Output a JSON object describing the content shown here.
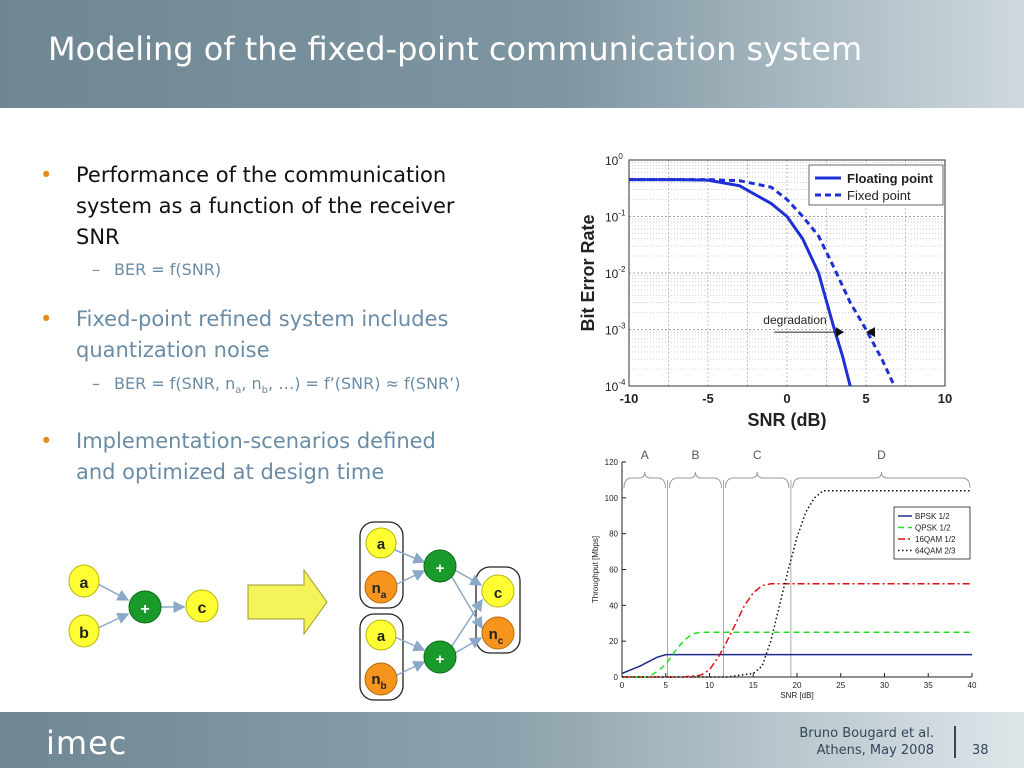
{
  "slide": {
    "title": "Modeling of the fixed-point communication system",
    "bullets": [
      {
        "lines": [
          "Performance of the communication",
          "system as a function of the receiver",
          "SNR"
        ],
        "sub": "BER = f(SNR)"
      },
      {
        "lines": [
          "Fixed-point refined system includes",
          "quantization noise"
        ],
        "sub_parts": [
          "BER = f(SNR, n",
          "a",
          ", n",
          "b",
          ", …) = f’(SNR) ≈ f(SNR’)"
        ]
      },
      {
        "lines": [
          "Implementation-scenarios defined",
          "and optimized at design time"
        ]
      }
    ],
    "bullet_symbol": "•",
    "sub_dash": "–"
  },
  "diagram": {
    "left": {
      "a": "a",
      "b": "b",
      "plus": "+",
      "c": "c"
    },
    "right": {
      "a1": "a",
      "na": "n",
      "na_sub": "a",
      "a2": "a",
      "nb": "n",
      "nb_sub": "b",
      "plus1": "+",
      "plus2": "+",
      "c": "c",
      "nc": "n",
      "nc_sub": "c"
    }
  },
  "colors": {
    "yellow": "#ffff33",
    "green": "#1a9a2a",
    "orange": "#f7941d",
    "accent": "#e58a1f",
    "blue_text": "#6a8ca6"
  },
  "footer": {
    "logo": "imec",
    "author": "Bruno Bougard et al.",
    "place_date": "Athens, May 2008",
    "page": "38"
  },
  "chart_data": [
    {
      "type": "line",
      "title": "",
      "xlabel": "SNR (dB)",
      "ylabel": "Bit Error Rate",
      "yscale": "log",
      "xlim": [
        -10,
        10
      ],
      "ylim": [
        0.0001,
        1
      ],
      "x_ticks": [
        "-10",
        "-5",
        "0",
        "5",
        "10"
      ],
      "y_ticks": [
        {
          "base": "10",
          "exp": "0"
        },
        {
          "base": "10",
          "exp": "-1"
        },
        {
          "base": "10",
          "exp": "-2"
        },
        {
          "base": "10",
          "exp": "-3"
        },
        {
          "base": "10",
          "exp": "-4"
        }
      ],
      "grid": true,
      "legend_position": "top-right",
      "annotation": "degradation",
      "series": [
        {
          "name": "Floating point",
          "style": "solid",
          "color": "#1f2fd6",
          "x": [
            -10,
            -7,
            -5,
            -3,
            -1,
            0,
            1,
            2,
            3,
            3.5,
            4
          ],
          "y": [
            0.45,
            0.45,
            0.44,
            0.35,
            0.17,
            0.1,
            0.04,
            0.01,
            0.001,
            0.00035,
            0.0001
          ]
        },
        {
          "name": "Fixed point",
          "style": "dashed",
          "color": "#1f2fd6",
          "x": [
            -10,
            -7,
            -5,
            -3,
            -1,
            0,
            1,
            2,
            3,
            4,
            5,
            6,
            6.8
          ],
          "y": [
            0.45,
            0.45,
            0.45,
            0.43,
            0.33,
            0.2,
            0.1,
            0.045,
            0.012,
            0.003,
            0.001,
            0.0003,
            0.0001
          ]
        }
      ]
    },
    {
      "type": "line",
      "title": "",
      "xlabel": "SNR [dB]",
      "ylabel": "Throughput [Mbps]",
      "xlim": [
        0,
        40
      ],
      "ylim": [
        0,
        120
      ],
      "x_ticks": [
        "0",
        "5",
        "10",
        "15",
        "20",
        "25",
        "30",
        "35",
        "40"
      ],
      "y_ticks": [
        "0",
        "20",
        "40",
        "60",
        "80",
        "100",
        "120"
      ],
      "grid": false,
      "legend_position": "right",
      "regions": [
        {
          "label": "A",
          "from": 0,
          "to": 5.2
        },
        {
          "label": "B",
          "from": 5.2,
          "to": 11.6
        },
        {
          "label": "C",
          "from": 11.6,
          "to": 19.3
        },
        {
          "label": "D",
          "from": 19.3,
          "to": 40
        }
      ],
      "series": [
        {
          "name": "BPSK 1/2",
          "style": "solid",
          "color": "#1c2a8a",
          "x": [
            0,
            2,
            4,
            5,
            6,
            40
          ],
          "y": [
            2,
            6,
            11,
            12.5,
            12.5,
            12.5
          ]
        },
        {
          "name": "QPSK 1/2",
          "style": "dashed",
          "color": "#22dd22",
          "x": [
            0,
            3,
            4,
            5,
            6,
            7,
            8,
            9,
            40
          ],
          "y": [
            0,
            0,
            3,
            7,
            14,
            20,
            24,
            25,
            25
          ]
        },
        {
          "name": "16QAM 1/2",
          "style": "dashdot",
          "color": "#dd1111",
          "x": [
            0,
            7,
            9,
            10,
            11,
            12,
            13,
            14,
            15,
            16,
            17,
            40
          ],
          "y": [
            0,
            0,
            1,
            4,
            11,
            20,
            30,
            40,
            47,
            51,
            52,
            52
          ]
        },
        {
          "name": "64QAM 2/3",
          "style": "dotted",
          "color": "#111111",
          "x": [
            0,
            12,
            15,
            16,
            17,
            18,
            19,
            20,
            21,
            22,
            23,
            24,
            40
          ],
          "y": [
            0,
            0,
            2,
            6,
            20,
            40,
            60,
            78,
            92,
            100,
            104,
            104,
            104
          ]
        }
      ]
    }
  ]
}
